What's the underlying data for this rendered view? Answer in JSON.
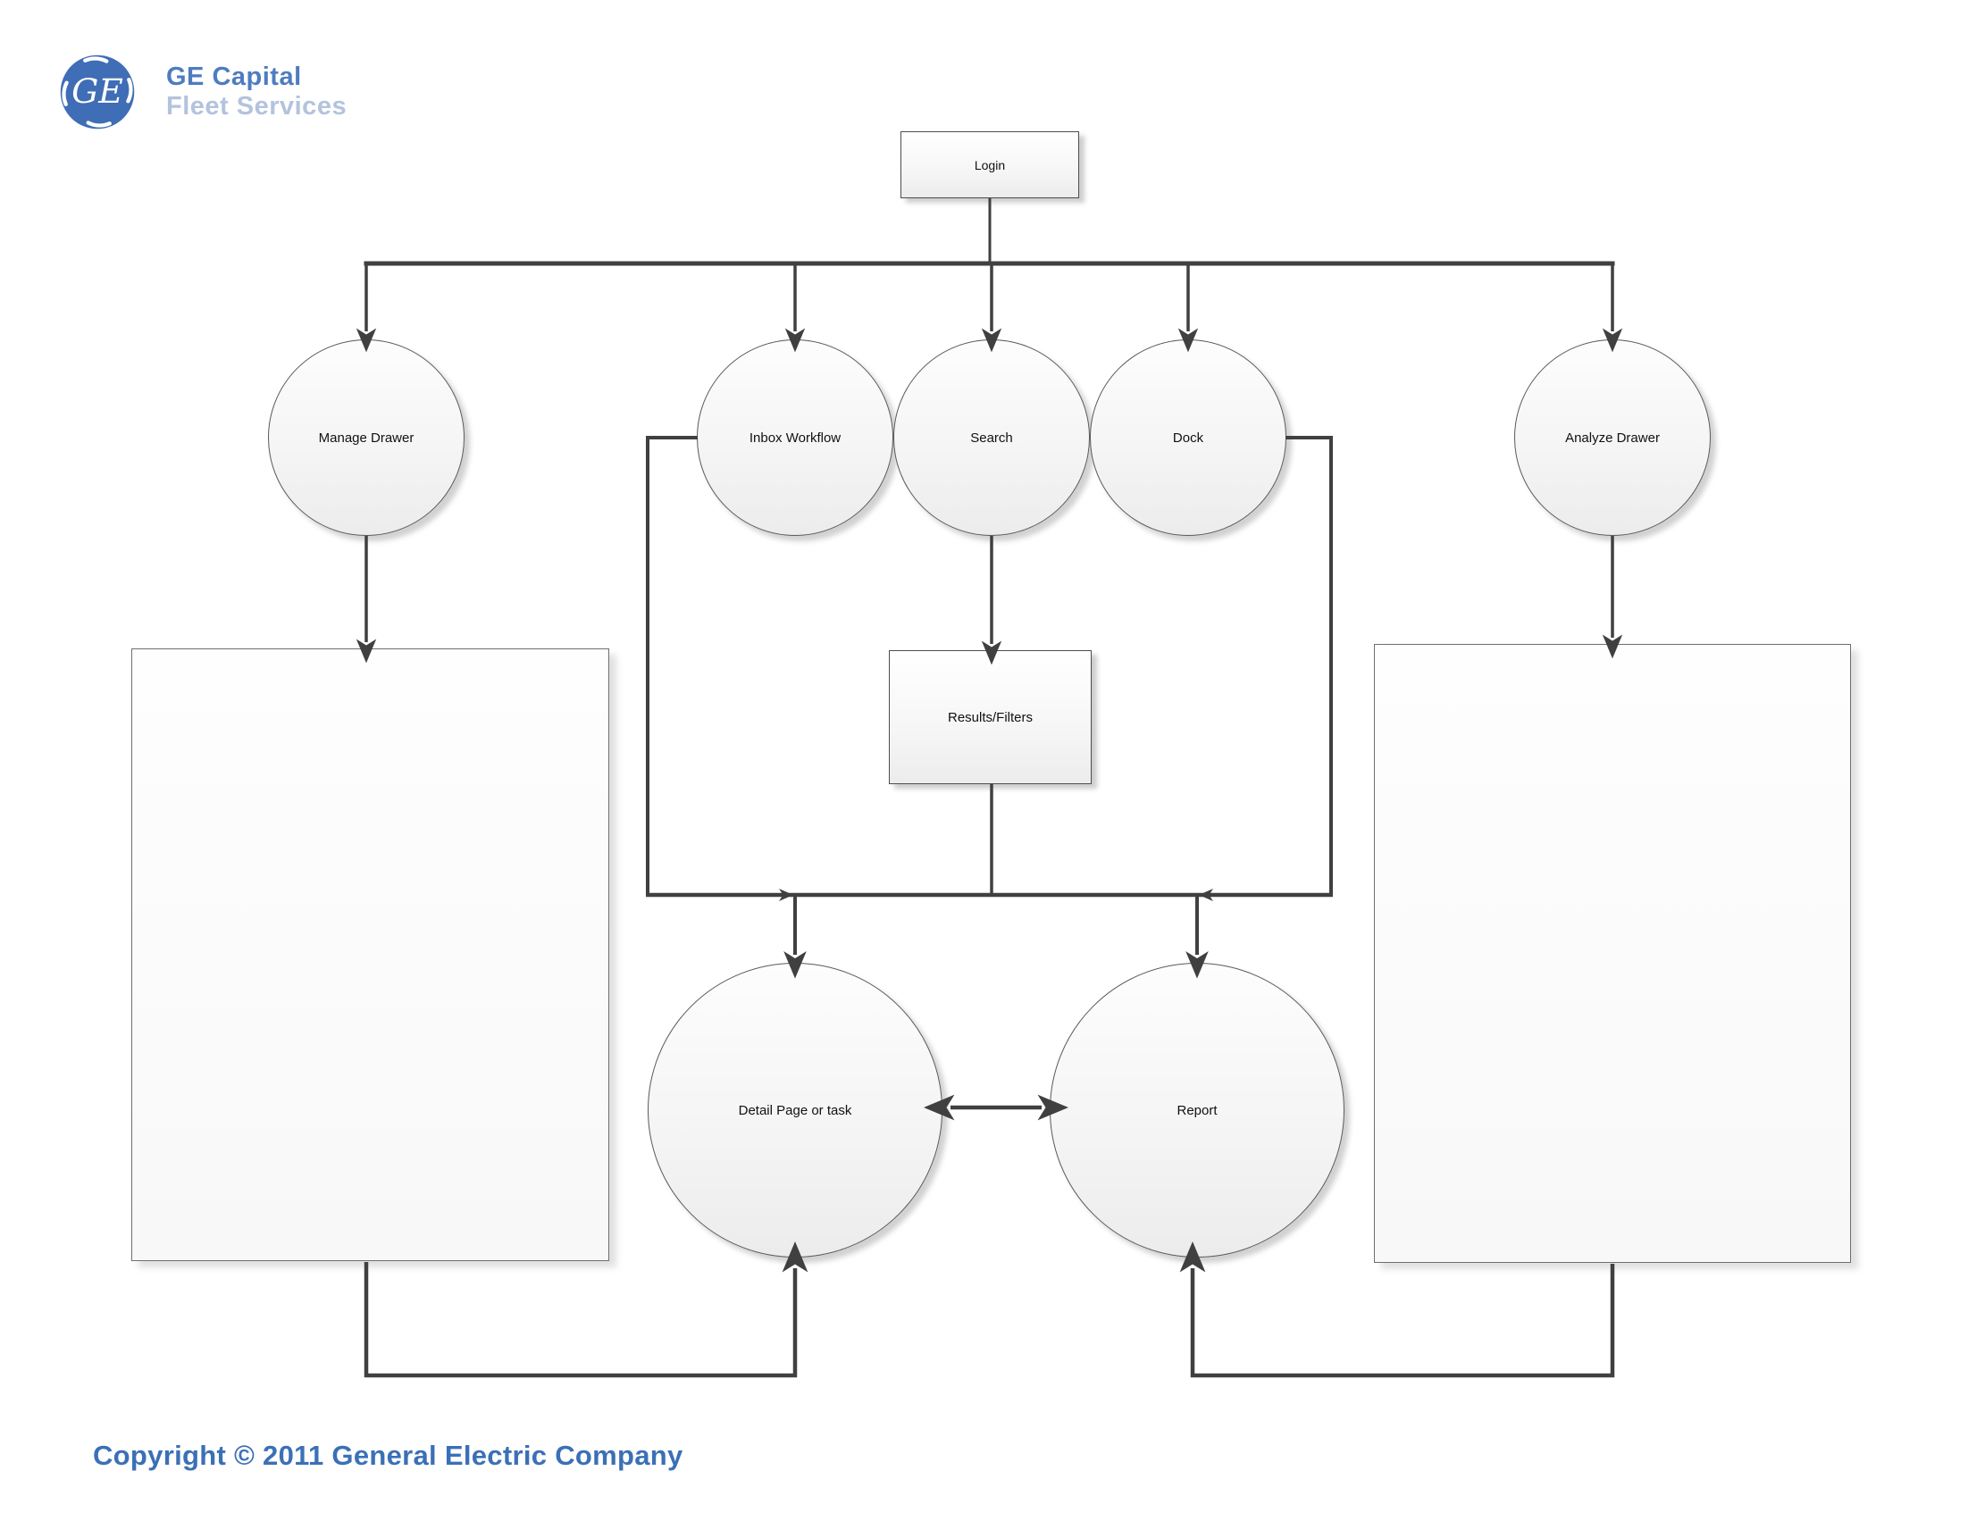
{
  "brand": {
    "logo": "ge-monogram-icon",
    "line1": "GE Capital",
    "line2": "Fleet Services"
  },
  "diagram": {
    "nodes": {
      "login": {
        "label": "Login",
        "shape": "rectangle"
      },
      "manage_drawer": {
        "label": "Manage Drawer",
        "shape": "circle"
      },
      "inbox_workflow": {
        "label": "Inbox Workflow",
        "shape": "circle"
      },
      "search": {
        "label": "Search",
        "shape": "circle"
      },
      "dock": {
        "label": "Dock",
        "shape": "circle"
      },
      "analyze_drawer": {
        "label": "Analyze Drawer",
        "shape": "circle"
      },
      "results_filters": {
        "label": "Results/Filters",
        "shape": "rectangle"
      },
      "detail_page": {
        "label": "Detail Page or task",
        "shape": "circle"
      },
      "report": {
        "label": "Report",
        "shape": "circle"
      },
      "manage_panel": {
        "label": "",
        "shape": "rectangle"
      },
      "analyze_panel": {
        "label": "",
        "shape": "rectangle"
      }
    },
    "edges": [
      {
        "from": "login",
        "to": "manage_drawer",
        "arrow": "end"
      },
      {
        "from": "login",
        "to": "inbox_workflow",
        "arrow": "end"
      },
      {
        "from": "login",
        "to": "search",
        "arrow": "end"
      },
      {
        "from": "login",
        "to": "dock",
        "arrow": "end"
      },
      {
        "from": "login",
        "to": "analyze_drawer",
        "arrow": "end"
      },
      {
        "from": "manage_drawer",
        "to": "manage_panel",
        "arrow": "end"
      },
      {
        "from": "search",
        "to": "results_filters",
        "arrow": "end"
      },
      {
        "from": "analyze_drawer",
        "to": "analyze_panel",
        "arrow": "end"
      },
      {
        "from": "inbox_workflow",
        "to": "detail_page",
        "arrow": "end"
      },
      {
        "from": "results_filters",
        "to": "detail_page",
        "arrow": "end"
      },
      {
        "from": "results_filters",
        "to": "report",
        "arrow": "end"
      },
      {
        "from": "dock",
        "to": "report",
        "arrow": "end"
      },
      {
        "from": "detail_page",
        "to": "report",
        "arrow": "both"
      },
      {
        "from": "manage_panel",
        "to": "detail_page",
        "arrow": "end"
      },
      {
        "from": "analyze_panel",
        "to": "report",
        "arrow": "end"
      }
    ]
  },
  "footer": {
    "copyright": "Copyright © 2011 General Electric Company"
  },
  "colors": {
    "connector": "#404040",
    "brand_blue": "#4e7cc0",
    "brand_light_blue": "#b3c3dd",
    "logo_blue": "#3f6db6",
    "copyright_blue": "#3b70b6",
    "node_border": "#595959",
    "node_fill_top": "#fdfdfd",
    "node_fill_bottom": "#ececec"
  }
}
